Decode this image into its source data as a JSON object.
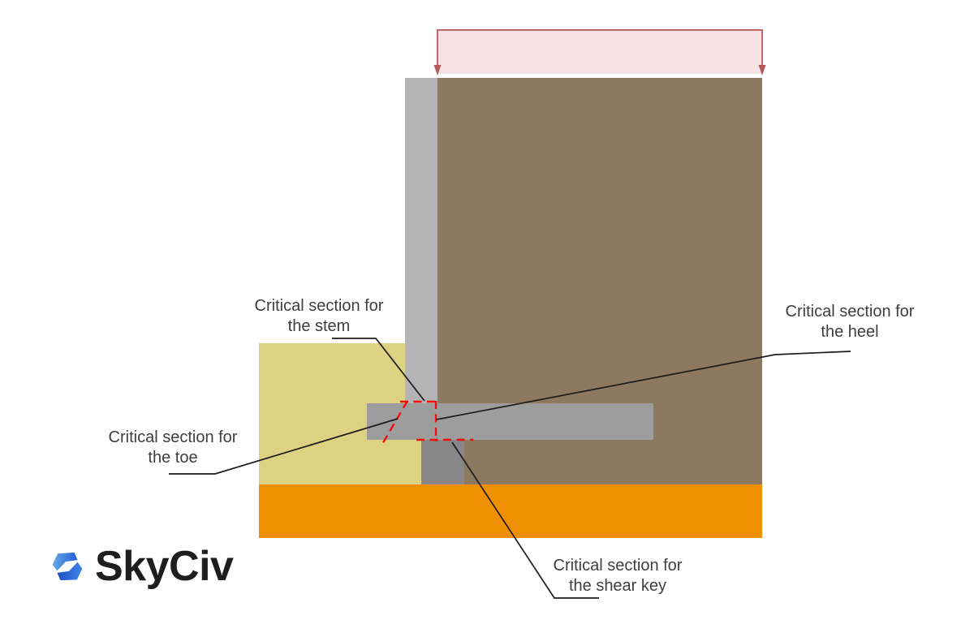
{
  "brand": {
    "name": "SkyCiv"
  },
  "callouts": {
    "stem": [
      "Critical section for",
      "the stem"
    ],
    "heel": [
      "Critical section for",
      "the heel"
    ],
    "toe": [
      "Critical section for",
      "the toe"
    ],
    "shear_key": [
      "Critical section for",
      "the shear key"
    ]
  },
  "diagram": {
    "subject": "retaining wall critical sections",
    "regions": [
      "surcharge load",
      "backfill soil",
      "front soil",
      "foundation soil layer",
      "stem",
      "footing",
      "shear key"
    ],
    "colors": {
      "backfill_soil": "#8c7960",
      "front_soil": "#dcd282",
      "foundation_soil": "#ee9002",
      "stem_concrete": "#b4b4b4",
      "footing_concrete": "#9d9d9d",
      "shear_key_concrete": "#878787",
      "surcharge_fill": "#f6e3e6",
      "surcharge_border": "#c1666b",
      "critical_section_dash": "#fa0a0a",
      "leader_line": "#1d1d1d",
      "logo_blue_light": "#66a9e6",
      "logo_blue_dark": "#1c4fc0"
    }
  }
}
